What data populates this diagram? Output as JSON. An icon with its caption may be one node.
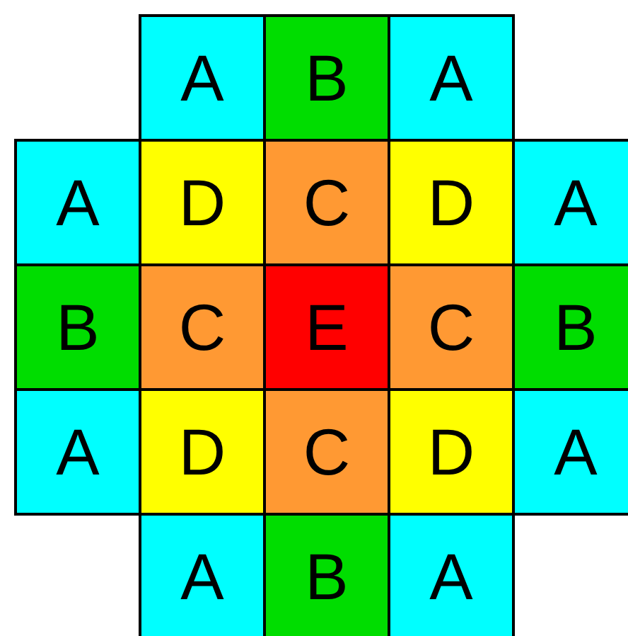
{
  "diagram": {
    "nodes": [
      {
        "text": [
          "A"
        ]
      },
      {
        "text": [
          "B"
        ]
      },
      {
        "text": [
          "A"
        ]
      },
      {
        "text": [
          "A"
        ]
      },
      {
        "text": [
          "D"
        ]
      },
      {
        "text": [
          "C"
        ]
      },
      {
        "text": [
          "D"
        ]
      },
      {
        "text": [
          "A"
        ]
      },
      {
        "text": [
          "B"
        ]
      },
      {
        "text": [
          "C"
        ]
      },
      {
        "text": [
          "E"
        ]
      },
      {
        "text": [
          "C"
        ]
      },
      {
        "text": [
          "B"
        ]
      },
      {
        "text": [
          "A"
        ]
      },
      {
        "text": [
          "D"
        ]
      },
      {
        "text": [
          "C"
        ]
      },
      {
        "text": [
          "D"
        ]
      },
      {
        "text": [
          "A"
        ]
      },
      {
        "text": [
          "A"
        ]
      },
      {
        "text": [
          "B"
        ]
      },
      {
        "text": [
          "A"
        ]
      }
    ]
  }
}
